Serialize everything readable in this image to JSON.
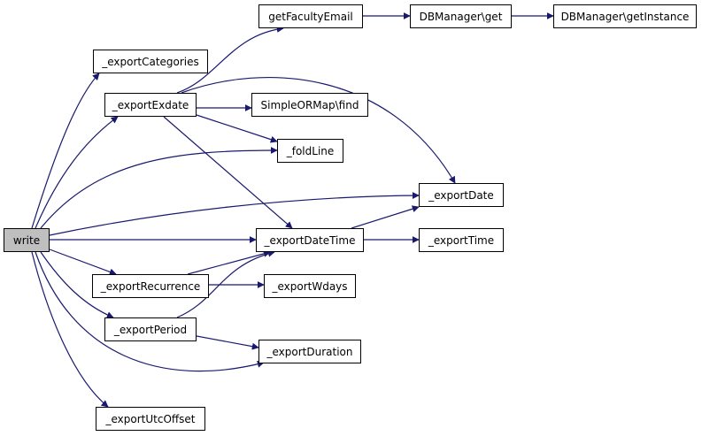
{
  "colors": {
    "edge": "#191970",
    "node_border": "#000000",
    "node_fill": "#ffffff",
    "root_fill": "#bfbfbf"
  },
  "nodes": {
    "write": "write",
    "exportCategories": "_exportCategories",
    "exportExdate": "_exportExdate",
    "getFacultyEmail": "getFacultyEmail",
    "dbmGet": "DBManager\\get",
    "dbmGetInstance": "DBManager\\getInstance",
    "simpleORMapFind": "SimpleORMap\\find",
    "foldLine": "_foldLine",
    "exportDate": "_exportDate",
    "exportDateTime": "_exportDateTime",
    "exportTime": "_exportTime",
    "exportRecurrence": "_exportRecurrence",
    "exportWdays": "_exportWdays",
    "exportPeriod": "_exportPeriod",
    "exportDuration": "_exportDuration",
    "exportUtcOffset": "_exportUtcOffset"
  },
  "edges": [
    [
      "write",
      "exportCategories"
    ],
    [
      "write",
      "exportExdate"
    ],
    [
      "write",
      "foldLine"
    ],
    [
      "write",
      "exportDate"
    ],
    [
      "write",
      "exportDateTime"
    ],
    [
      "write",
      "exportRecurrence"
    ],
    [
      "write",
      "exportPeriod"
    ],
    [
      "write",
      "exportDuration"
    ],
    [
      "write",
      "exportUtcOffset"
    ],
    [
      "exportExdate",
      "getFacultyEmail"
    ],
    [
      "exportExdate",
      "simpleORMapFind"
    ],
    [
      "exportExdate",
      "foldLine"
    ],
    [
      "exportExdate",
      "exportDate"
    ],
    [
      "exportExdate",
      "exportDateTime"
    ],
    [
      "getFacultyEmail",
      "dbmGet"
    ],
    [
      "dbmGet",
      "dbmGetInstance"
    ],
    [
      "exportDateTime",
      "exportDate"
    ],
    [
      "exportDateTime",
      "exportTime"
    ],
    [
      "exportRecurrence",
      "exportDateTime"
    ],
    [
      "exportRecurrence",
      "exportWdays"
    ],
    [
      "exportPeriod",
      "exportDateTime"
    ],
    [
      "exportPeriod",
      "exportDuration"
    ]
  ]
}
